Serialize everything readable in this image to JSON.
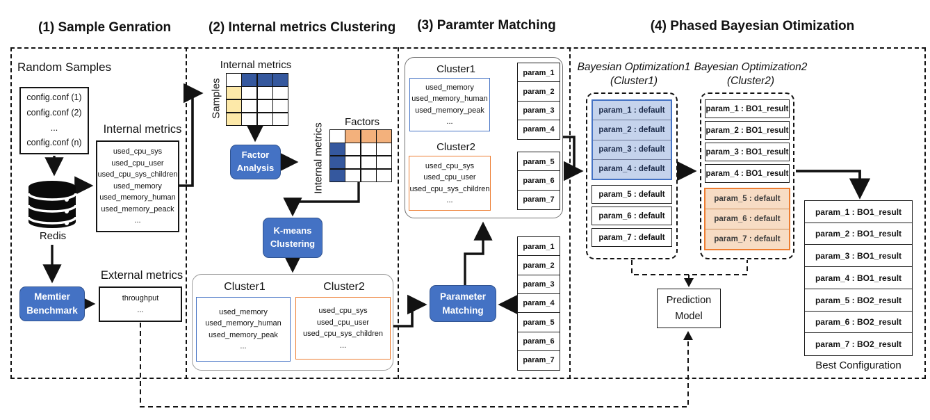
{
  "titles": {
    "phase1": "(1) Sample Genration",
    "phase2": "(2) Internal metrics Clustering",
    "phase3": "(3) Paramter Matching",
    "phase4": "(4) Phased Bayesian Otimization"
  },
  "phase1": {
    "random_samples_label": "Random Samples",
    "config_lines": [
      "config.conf (1)",
      "config.conf (2)",
      "...",
      "config.conf (n)"
    ],
    "redis_label": "Redis",
    "internal_metrics_title": "Internal metrics",
    "internal_metrics_items": [
      "used_cpu_sys",
      "used_cpu_user",
      "used_cpu_sys_children",
      "used_memory",
      "used_memory_human",
      "used_memory_peack",
      "..."
    ],
    "memtier_line1": "Memtier",
    "memtier_line2": "Benchmark",
    "external_metrics_title": "External metrics",
    "external_items": [
      "throughput",
      "..."
    ]
  },
  "phase2": {
    "matrix1_title": "Internal metrics",
    "matrix1_ylabel": "Samples",
    "matrix1_cells": [
      [
        "white",
        "blue",
        "blue",
        "blue"
      ],
      [
        "yellow",
        "white",
        "white",
        "white"
      ],
      [
        "yellow",
        "white",
        "white",
        "white"
      ],
      [
        "yellow",
        "white",
        "white",
        "white"
      ]
    ],
    "factor_line1": "Factor",
    "factor_line2": "Analysis",
    "matrix2_title": "Factors",
    "matrix2_ylabel": "Internal metrics",
    "matrix2_cells": [
      [
        "white",
        "orange",
        "orange",
        "orange"
      ],
      [
        "blue",
        "white",
        "white",
        "white"
      ],
      [
        "blue",
        "white",
        "white",
        "white"
      ],
      [
        "blue",
        "white",
        "white",
        "white"
      ]
    ],
    "kmeans_line1": "K-means",
    "kmeans_line2": "Clustering",
    "cluster1_title": "Cluster1",
    "cluster1_items": [
      "used_memory",
      "used_memory_human",
      "used_memory_peak",
      "..."
    ],
    "cluster2_title": "Cluster2",
    "cluster2_items": [
      "used_cpu_sys",
      "used_cpu_user",
      "used_cpu_sys_children",
      "..."
    ]
  },
  "phase3": {
    "cluster1_title": "Cluster1",
    "cluster1_items": [
      "used_memory",
      "used_memory_human",
      "used_memory_peak",
      "..."
    ],
    "cluster2_title": "Cluster2",
    "cluster2_items": [
      "used_cpu_sys",
      "used_cpu_user",
      "used_cpu_sys_children",
      "..."
    ],
    "params_cluster1": [
      "param_1",
      "param_2",
      "param_3",
      "param_4"
    ],
    "params_cluster2": [
      "param_5",
      "param_6",
      "param_7"
    ],
    "matching_line1": "Parameter",
    "matching_line2": "Matching",
    "all_params": [
      "param_1",
      "param_2",
      "param_3",
      "param_4",
      "param_5",
      "param_6",
      "param_7"
    ]
  },
  "phase4": {
    "bo1_title": "Bayesian Optimization1",
    "bo1_subtitle": "(Cluster1)",
    "bo2_title": "Bayesian Optimization2",
    "bo2_subtitle": "(Cluster2)",
    "bo1_fixed_rows": [
      "param_1 : default",
      "param_2 : default",
      "param_3 : default",
      "param_4 : default"
    ],
    "bo1_free_rows": [
      "param_5 : default",
      "param_6 : default",
      "param_7 : default"
    ],
    "bo2_result_rows": [
      "param_1 : BO1_result",
      "param_2 : BO1_result",
      "param_3 : BO1_result",
      "param_4 : BO1_result"
    ],
    "bo2_fixed_rows": [
      "param_5 : default",
      "param_6 : default",
      "param_7 : default"
    ],
    "prediction_line1": "Prediction",
    "prediction_line2": "Model",
    "final_rows": [
      "param_1 : BO1_result",
      "param_2 : BO1_result",
      "param_3 : BO1_result",
      "param_4 : BO1_result",
      "param_5 : BO2_result",
      "param_6 : BO2_result",
      "param_7 : BO2_result"
    ],
    "best_config_label": "Best Configuration"
  },
  "colors": {
    "process_blue": "#4472C4",
    "matrix_blue": "#35589E",
    "matrix_yellow": "#FDE9A9",
    "matrix_orange": "#F3B17C",
    "cluster_orange_border": "#ED7D31",
    "bo_blue_fill": "#C5D3EC",
    "bo_orange_fill": "#F7DCC4",
    "gray_arrow": "#ABABAB"
  }
}
